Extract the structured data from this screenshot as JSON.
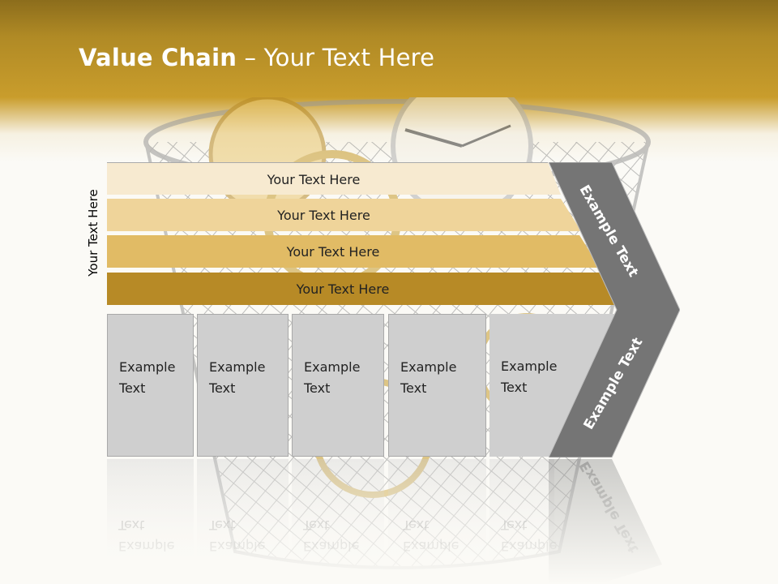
{
  "slide": {
    "title_bold": "Value Chain",
    "title_rest": " – Your Text Here"
  },
  "side_label": "Your Text Here",
  "bands": [
    {
      "label": "Your Text Here",
      "color": "#f7ead0"
    },
    {
      "label": "Your Text Here",
      "color": "#efd49a"
    },
    {
      "label": "Your Text Here",
      "color": "#e1bb65"
    },
    {
      "label": "Your Text Here",
      "color": "#b78a26"
    }
  ],
  "columns": [
    {
      "label": "Example\nText"
    },
    {
      "label": "Example\nText"
    },
    {
      "label": "Example\nText"
    },
    {
      "label": "Example\nText"
    },
    {
      "label": "Example\nText"
    }
  ],
  "chevron": {
    "upper_text": "Example Text",
    "lower_text": "Example Text",
    "color": "#757575"
  },
  "colors": {
    "header_gold": "#c99d2c",
    "column_gray": "#cfcfcf"
  }
}
